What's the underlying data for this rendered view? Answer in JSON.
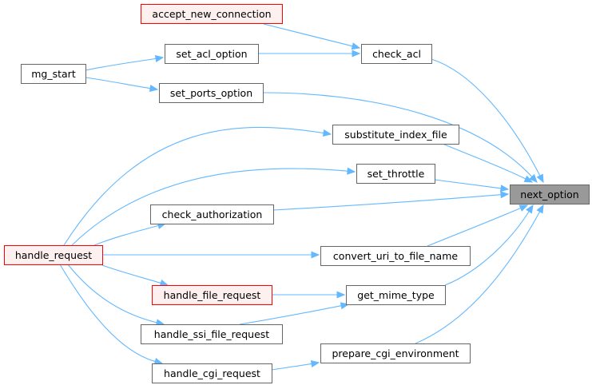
{
  "colors": {
    "default_fill": "#ffffff",
    "default_border": "#666666",
    "highlight_fill": "#fff0f0",
    "highlight_border": "#ff0000",
    "focus_fill": "#999999",
    "focus_border": "#666666",
    "edge": "#63b8ff"
  },
  "nodes": {
    "accept_new_connection": {
      "label": "accept_new_connection",
      "style": "highlight"
    },
    "check_acl": {
      "label": "check_acl",
      "style": "default"
    },
    "set_acl_option": {
      "label": "set_acl_option",
      "style": "default"
    },
    "mg_start": {
      "label": "mg_start",
      "style": "default"
    },
    "set_ports_option": {
      "label": "set_ports_option",
      "style": "default"
    },
    "substitute_index_file": {
      "label": "substitute_index_file",
      "style": "default"
    },
    "set_throttle": {
      "label": "set_throttle",
      "style": "default"
    },
    "next_option": {
      "label": "next_option",
      "style": "focus"
    },
    "check_authorization": {
      "label": "check_authorization",
      "style": "default"
    },
    "handle_request": {
      "label": "handle_request",
      "style": "highlight"
    },
    "convert_uri_to_file_name": {
      "label": "convert_uri_to_file_name",
      "style": "default"
    },
    "handle_file_request": {
      "label": "handle_file_request",
      "style": "highlight"
    },
    "get_mime_type": {
      "label": "get_mime_type",
      "style": "default"
    },
    "handle_ssi_file_request": {
      "label": "handle_ssi_file_request",
      "style": "default"
    },
    "prepare_cgi_environment": {
      "label": "prepare_cgi_environment",
      "style": "default"
    },
    "handle_cgi_request": {
      "label": "handle_cgi_request",
      "style": "default"
    }
  },
  "edges": [
    {
      "from": "accept_new_connection",
      "to": "check_acl"
    },
    {
      "from": "set_acl_option",
      "to": "check_acl"
    },
    {
      "from": "mg_start",
      "to": "set_acl_option"
    },
    {
      "from": "mg_start",
      "to": "set_ports_option"
    },
    {
      "from": "check_acl",
      "to": "next_option"
    },
    {
      "from": "set_ports_option",
      "to": "next_option"
    },
    {
      "from": "substitute_index_file",
      "to": "next_option"
    },
    {
      "from": "set_throttle",
      "to": "next_option"
    },
    {
      "from": "check_authorization",
      "to": "next_option"
    },
    {
      "from": "convert_uri_to_file_name",
      "to": "next_option"
    },
    {
      "from": "get_mime_type",
      "to": "next_option"
    },
    {
      "from": "prepare_cgi_environment",
      "to": "next_option"
    },
    {
      "from": "handle_request",
      "to": "substitute_index_file"
    },
    {
      "from": "handle_request",
      "to": "set_throttle"
    },
    {
      "from": "handle_request",
      "to": "check_authorization"
    },
    {
      "from": "handle_request",
      "to": "convert_uri_to_file_name"
    },
    {
      "from": "handle_request",
      "to": "handle_file_request"
    },
    {
      "from": "handle_request",
      "to": "handle_ssi_file_request"
    },
    {
      "from": "handle_request",
      "to": "handle_cgi_request"
    },
    {
      "from": "handle_file_request",
      "to": "get_mime_type"
    },
    {
      "from": "handle_ssi_file_request",
      "to": "get_mime_type"
    },
    {
      "from": "handle_cgi_request",
      "to": "prepare_cgi_environment"
    }
  ]
}
